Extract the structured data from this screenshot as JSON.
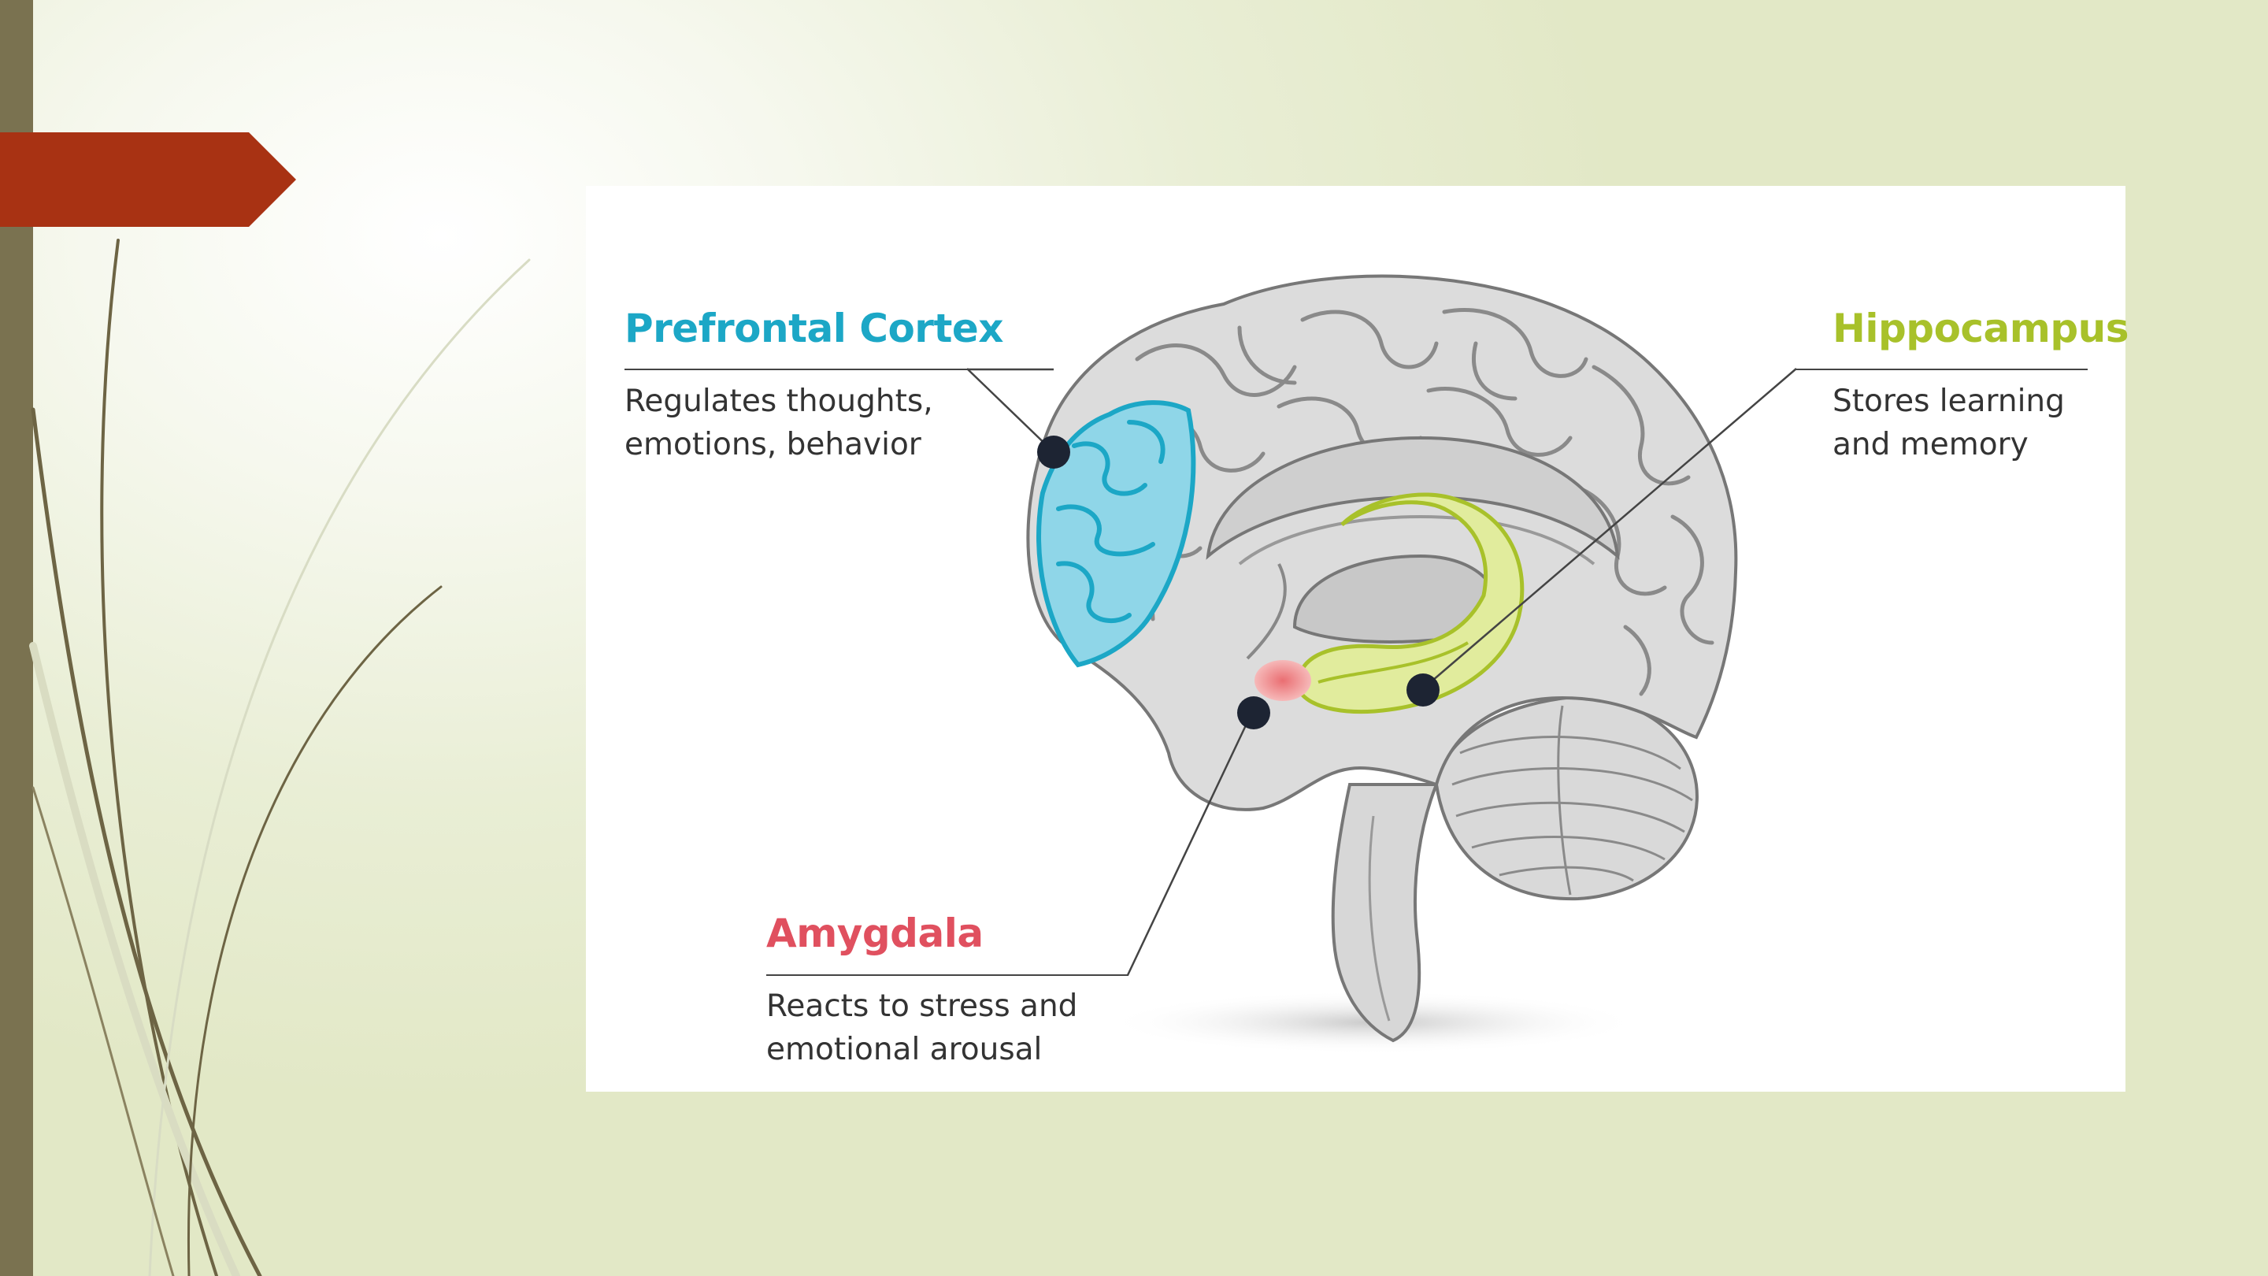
{
  "colors": {
    "prefrontal": "#1ca7c6",
    "hippocampus": "#a8c12a",
    "amygdala": "#e0505f",
    "accent_tab": "#a83213",
    "left_bar": "#7a7250"
  },
  "labels": {
    "prefrontal": {
      "title": "Prefrontal Cortex",
      "line1": "Regulates thoughts,",
      "line2": "emotions, behavior"
    },
    "hippocampus": {
      "title": "Hippocampus",
      "line1": "Stores learning",
      "line2": "and memory"
    },
    "amygdala": {
      "title": "Amygdala",
      "line1": "Reacts to stress and",
      "line2": "emotional arousal"
    }
  }
}
